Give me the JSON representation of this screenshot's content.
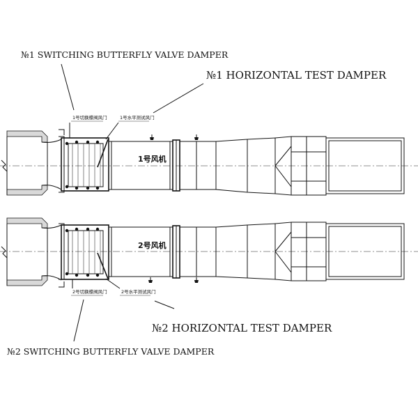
{
  "callouts": {
    "switching_damper_1": "№1 SWITCHING BUTTERFLY VALVE DAMPER",
    "horizontal_damper_1": "№1 HORIZONTAL TEST DAMPER",
    "horizontal_damper_2": "№2 HORIZONTAL TEST DAMPER",
    "switching_damper_2": "№2 SWITCHING BUTTERFLY VALVE DAMPER"
  },
  "drawing_tags": {
    "switching_damper_1": "1号切换蝶阀风门",
    "horizontal_damper_1": "1号水平测试风门",
    "fan_1": "1号风机",
    "fan_2": "2号风机",
    "switching_damper_2": "2号切换蝶阀风门",
    "horizontal_damper_2": "2号水平测试风门"
  },
  "colors": {
    "line": "#111111",
    "concrete": "#d9d9d9",
    "background": "#ffffff"
  }
}
